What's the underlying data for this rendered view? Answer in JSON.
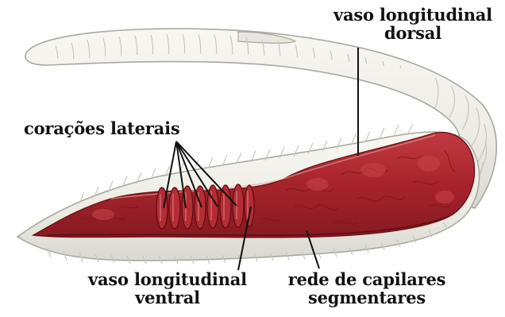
{
  "labels": {
    "coracoes_laterais": "corações laterais",
    "dorsal_line1": "vaso longitudinal",
    "dorsal_line2": "dorsal",
    "ventral_line1": "vaso longitudinal",
    "ventral_line2": "ventral",
    "capilares_line1": "rede de capilares",
    "capilares_line2": "segmentares"
  },
  "colors": {
    "body_fill": "#f1efe8",
    "body_outline": "#a9a89f",
    "segment_line": "#c9c6bb",
    "vessel_fill": "#a7232b",
    "vessel_dark": "#7a141b",
    "vessel_light": "#c9454a",
    "leader_line": "#111111"
  }
}
